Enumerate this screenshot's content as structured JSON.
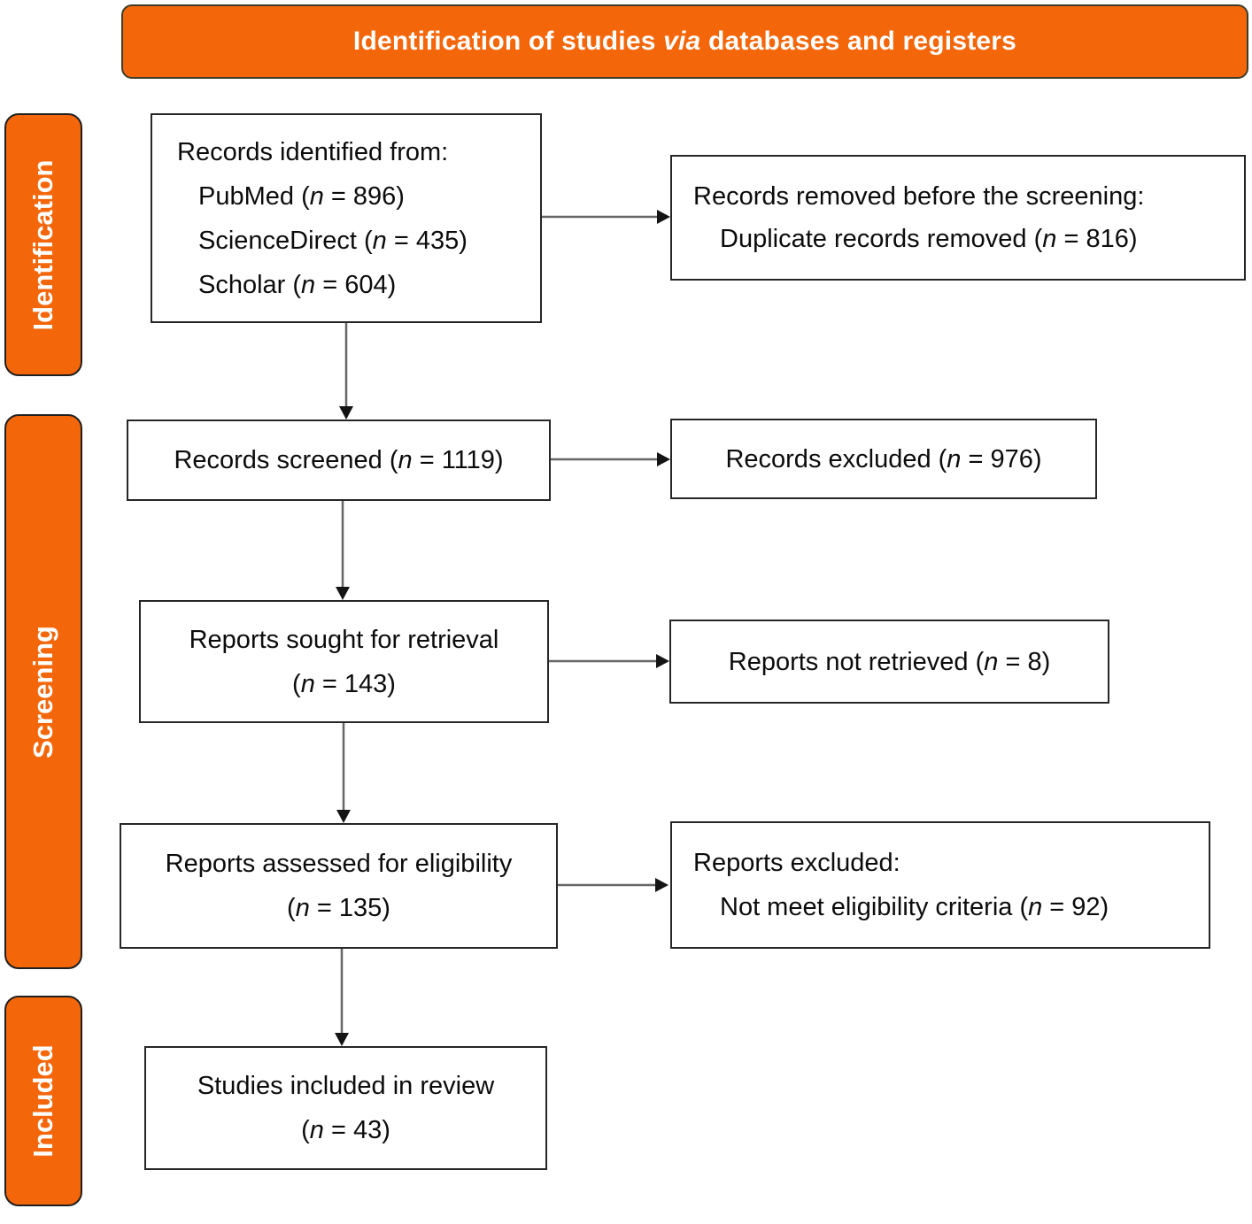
{
  "banner": {
    "title": "Identification of studies *via* databases and registers"
  },
  "sidebar": {
    "identification": "Identification",
    "screening": "Screening",
    "included": "Included"
  },
  "boxes": {
    "records_identified": {
      "line1": "Records identified from:",
      "line2": "PubMed (*n* = 896)",
      "line3": "ScienceDirect (*n* = 435)",
      "line4": "Scholar (*n* = 604)"
    },
    "records_removed": {
      "line1": "Records removed before the screening:",
      "line2": "Duplicate records removed (*n* = 816)"
    },
    "records_screened": {
      "line1": "Records screened (*n* = 1119)"
    },
    "records_excluded": {
      "line1": "Records excluded (*n* = 976)"
    },
    "reports_sought": {
      "line1": "Reports sought for retrieval",
      "line2": "(*n* = 143)"
    },
    "reports_not_retrieved": {
      "line1": "Reports not retrieved (*n* = 8)"
    },
    "reports_assessed": {
      "line1": "Reports assessed for eligibility",
      "line2": "(*n* = 135)"
    },
    "reports_excluded": {
      "line1": "Reports excluded:",
      "line2": "Not meet eligibility criteria (*n* = 92)"
    },
    "studies_included": {
      "line1": "Studies included in review",
      "line2": "(*n* = 43)"
    }
  },
  "colors": {
    "accent_orange": "#F4660A",
    "label_text": "#FFFFFF",
    "box_border": "#262626",
    "arrow_line": "#666666",
    "arrow_head": "#141414"
  }
}
